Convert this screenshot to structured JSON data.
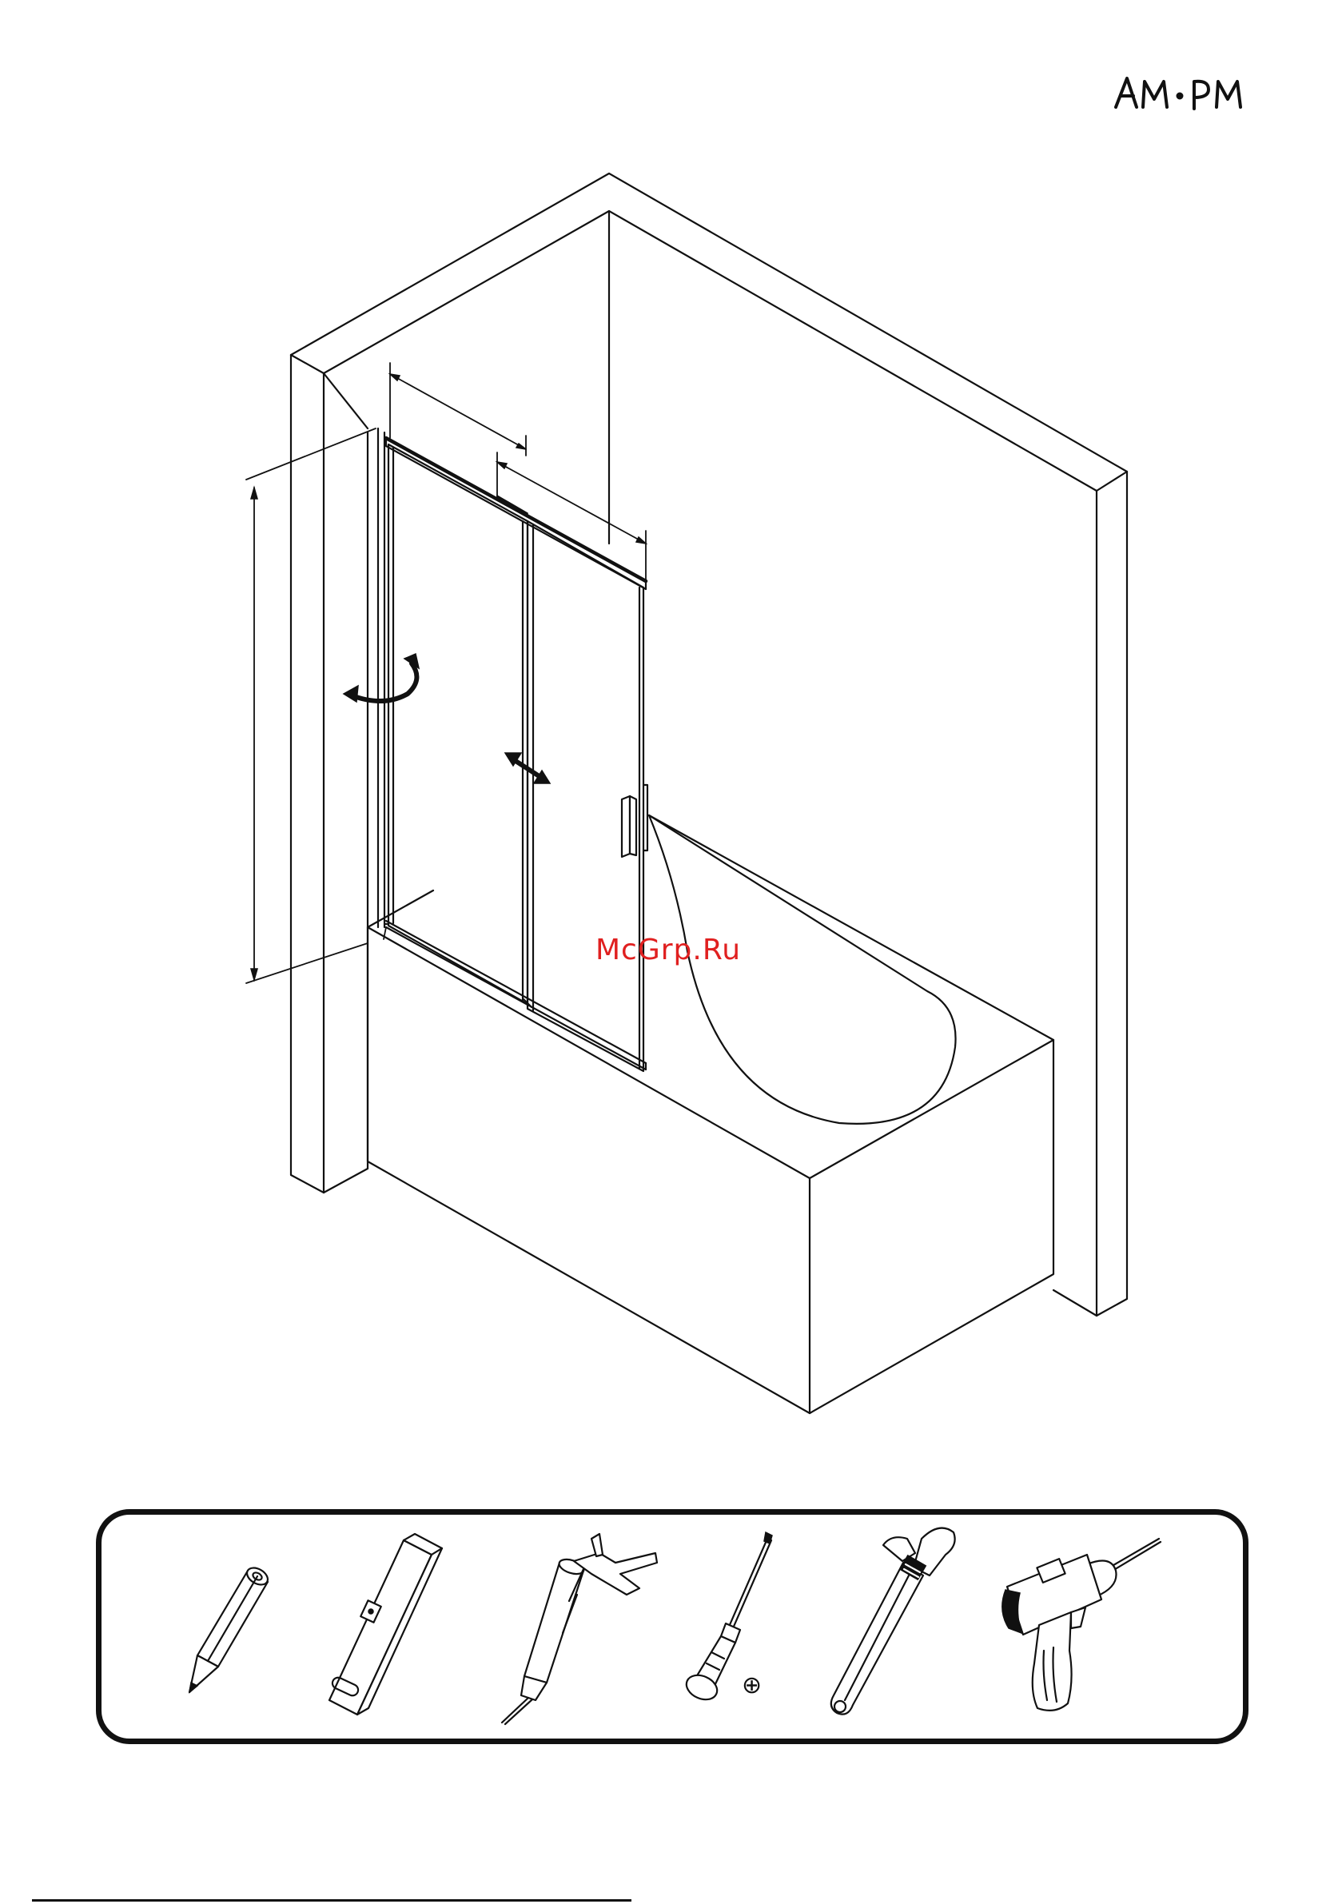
{
  "brand": {
    "logo_text": "AM·PM"
  },
  "watermark": {
    "text": "McGrp.Ru"
  },
  "illustration": {
    "subject": "bath-screen-sliding-door",
    "icons": [
      "rotate-arrow-icon",
      "slide-arrow-icon"
    ]
  },
  "tools": [
    {
      "icon": "pencil-icon"
    },
    {
      "icon": "spirit-level-icon"
    },
    {
      "icon": "caulking-gun-icon"
    },
    {
      "icon": "screwdriver-icon",
      "note": "⊕"
    },
    {
      "icon": "adjustable-wrench-icon"
    },
    {
      "icon": "power-drill-icon"
    }
  ],
  "colors": {
    "line": "#111111",
    "watermark": "#e02020",
    "background": "#ffffff"
  }
}
